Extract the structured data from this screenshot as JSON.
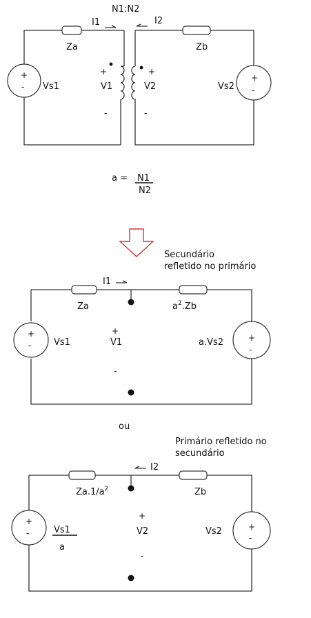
{
  "circuit1": {
    "ratio": "N1:N2",
    "i1": "I1",
    "i2": "I2",
    "za": "Za",
    "zb": "Zb",
    "vs1": "Vs1",
    "vs2": "Vs2",
    "v1": "V1",
    "v2": "V2",
    "plus": "+",
    "minus": "-"
  },
  "formula": {
    "lhs": "a =",
    "num": "N1",
    "den": "N2"
  },
  "circuit2": {
    "caption_l1": "Secundário",
    "caption_l2": "refletido no primário",
    "i1": "I1",
    "za": "Za",
    "zb_prefix": "a",
    "zb_exp": "2",
    "zb_suffix": ".Zb",
    "vs1": "Vs1",
    "v1": "V1",
    "vs2": "a.Vs2",
    "plus": "+",
    "minus": "-"
  },
  "ou": "ou",
  "circuit3": {
    "caption_l1": "Primário refletido no",
    "caption_l2": "secundário",
    "i2": "I2",
    "za_prefix": "Za.1/a",
    "za_exp": "2",
    "zb": "Zb",
    "vs1_num": "Vs1",
    "vs1_den": "a",
    "v2": "V2",
    "vs2": "Vs2",
    "plus": "+",
    "minus": "-"
  },
  "colors": {
    "arrow": "#e03030",
    "wire": "#333333"
  }
}
